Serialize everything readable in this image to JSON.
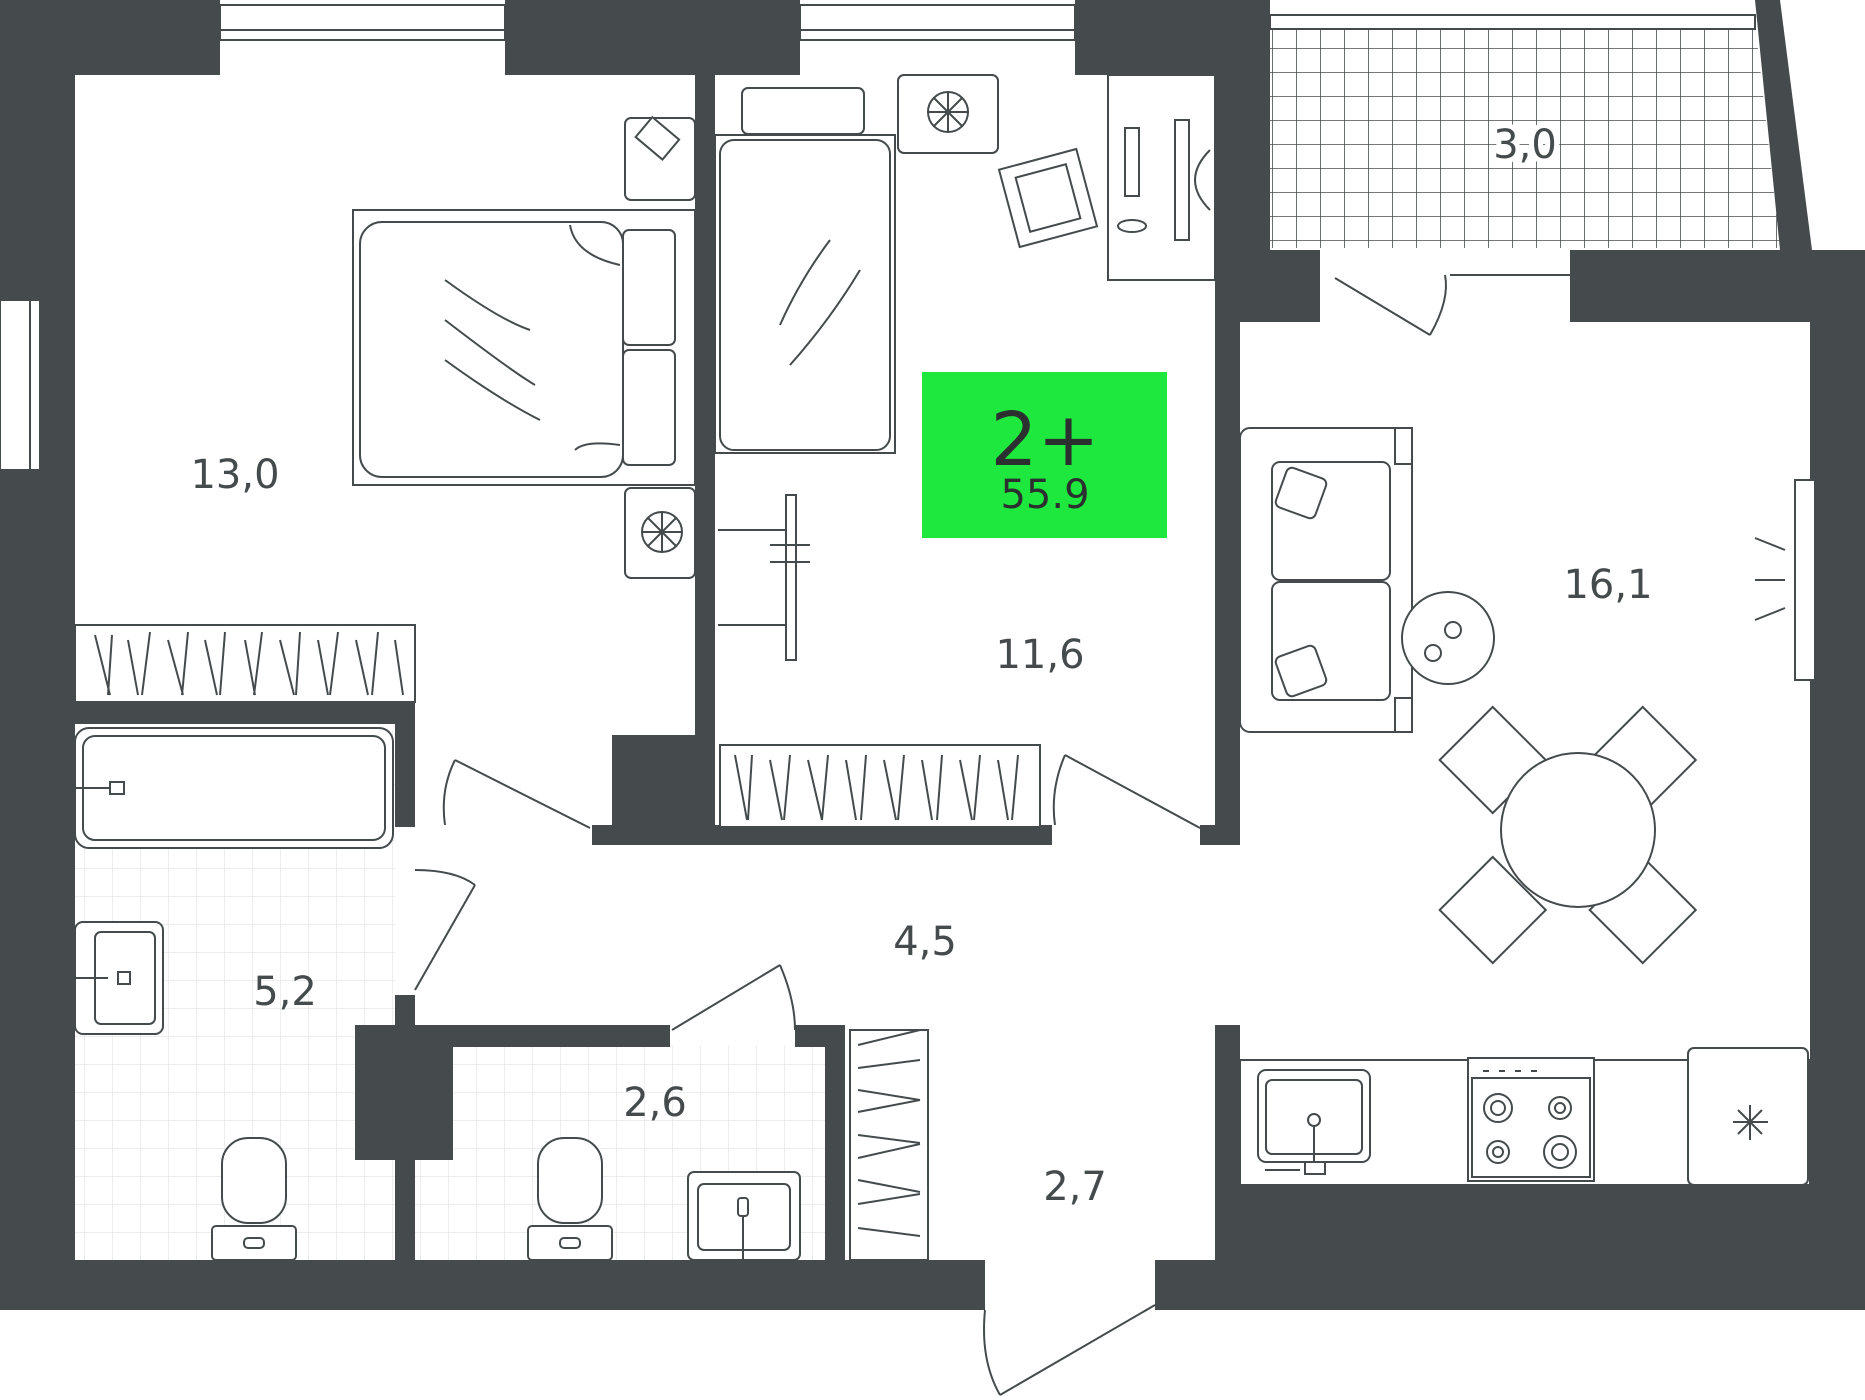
{
  "badge": {
    "rooms": "2+",
    "total_area": "55.9",
    "color": "#1ee83d"
  },
  "rooms": {
    "bedroom": "13,0",
    "child_room": "11,6",
    "living_kitchen": "16,1",
    "balcony": "3,0",
    "bathroom": "5,2",
    "corridor": "4,5",
    "toilet": "2,6",
    "hallway": "2,7"
  },
  "colors": {
    "walls": "#454b4c",
    "floor": "#ffffff",
    "tiles": "#e5e8e8"
  }
}
